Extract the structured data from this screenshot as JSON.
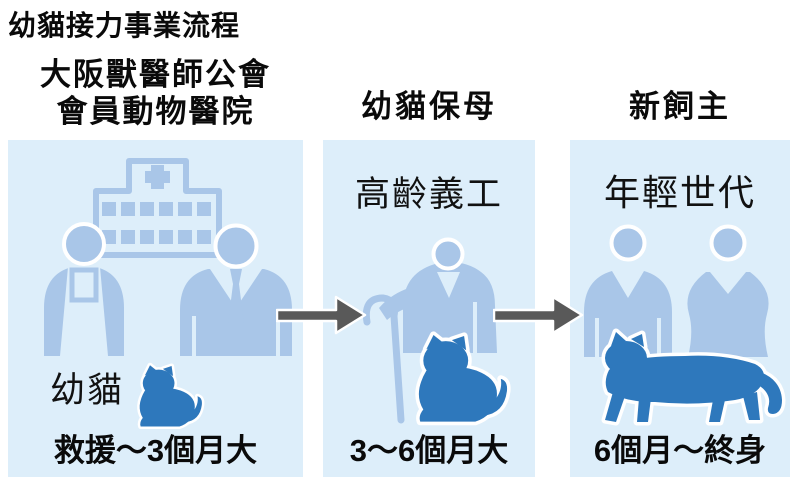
{
  "title": "幼貓接力事業流程",
  "colors": {
    "panel_bg": "#ddeefa",
    "figure_blue": "#a9c6e8",
    "cat_blue": "#2e78bc",
    "arrow_gray": "#595959",
    "text_black": "#0a0a0a"
  },
  "flow": {
    "arrow_count": 2,
    "arrow_direction": "right"
  },
  "columns": [
    {
      "header_lines": [
        "大阪獸醫師公會",
        "會員動物醫院"
      ],
      "inner_label": "幼貓",
      "bottom_label": "救援～3個月大",
      "icons": [
        "hospital-icon",
        "vet-nurse-icon",
        "vet-doctor-icon",
        "kitten-icon"
      ]
    },
    {
      "header_lines": [
        "幼貓保母"
      ],
      "inner_label": "高齡義工",
      "bottom_label": "3～6個月大",
      "icons": [
        "elderly-volunteer-icon",
        "cane-icon",
        "kitten-icon"
      ]
    },
    {
      "header_lines": [
        "新飼主"
      ],
      "inner_label": "年輕世代",
      "bottom_label": "6個月～終身",
      "icons": [
        "young-man-icon",
        "young-woman-icon",
        "adult-cat-icon"
      ]
    }
  ]
}
